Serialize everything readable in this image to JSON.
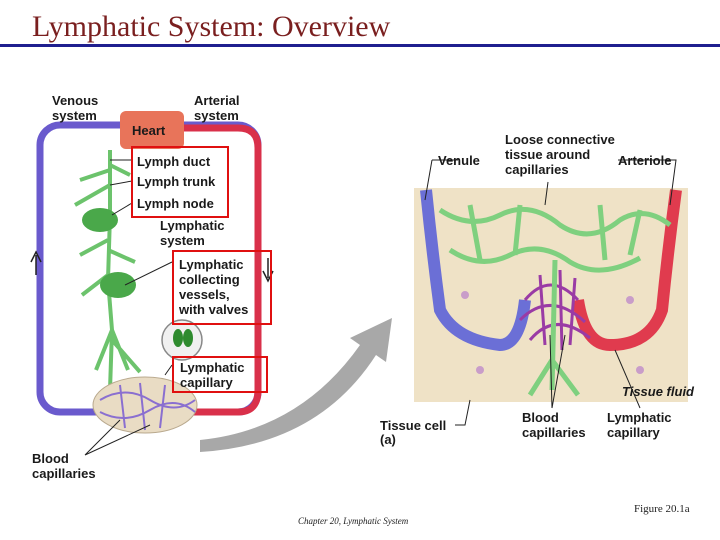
{
  "slide": {
    "title": "Lymphatic System: Overview",
    "footer": "Chapter 20, Lymphatic System",
    "figure_ref": "Figure 20.1a"
  },
  "left_panel": {
    "venous_system": "Venous\nsystem",
    "arterial_system": "Arterial\nsystem",
    "heart": "Heart",
    "lymph_duct": "Lymph duct",
    "lymph_trunk": "Lymph trunk",
    "lymph_node": "Lymph node",
    "lymphatic_system": "Lymphatic\nsystem",
    "collecting_vessels": "Lymphatic\ncollecting\nvessels,\nwith valves",
    "lymphatic_capillary": "Lymphatic\ncapillary",
    "blood_capillaries": "Blood\ncapillaries"
  },
  "right_panel": {
    "loose_connective": "Loose connective\ntissue around\ncapillaries",
    "venule": "Venule",
    "arteriole": "Arteriole",
    "tissue_fluid": "Tissue fluid",
    "tissue_cell": "Tissue cell",
    "panel_letter": "(a)",
    "blood_capillaries": "Blood\ncapillaries",
    "lymphatic_capillary": "Lymphatic\ncapillary"
  },
  "colors": {
    "title": "#7a1f1f",
    "rule": "#1f1f8f",
    "venous": "#6a5acd",
    "arterial": "#d9304a",
    "lymph": "#6cc36c",
    "heart": "#e8745a",
    "highlight": "#e01010"
  }
}
